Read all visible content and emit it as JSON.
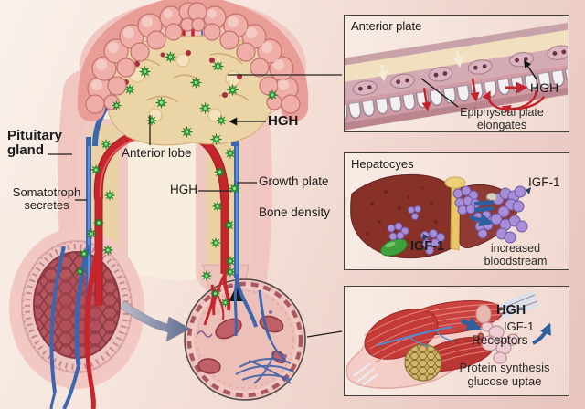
{
  "figure": {
    "subject": "Pituitary gland HGH pathway diagram"
  },
  "colors": {
    "background_start": "#f9f1ea",
    "background_end": "#e7c4bd",
    "panel_background": "#f5e5dd",
    "panel_border": "#45423e",
    "artery_red": "#c4232b",
    "vein_blue": "#3b66b0",
    "hgh_green": "#2eb33b",
    "igf_purple": "#a78ed6",
    "liver_maroon": "#873129",
    "muscle_red": "#c33a37",
    "text": "#1b1b1b"
  },
  "main_labels": {
    "pituitary_line1": "Pituitary",
    "pituitary_line2": "gland",
    "somatotroph_line1": "Somatotroph",
    "somatotroph_line2": "secretes",
    "anterior_lobe": "Anterior lobe",
    "hgh_bold": "HGH",
    "hgh_vessel": "HGH",
    "growth_plate": "Growth plate",
    "bone_density": "Bone density"
  },
  "panels": [
    {
      "title": "Anterior plate",
      "hgh_label": "HGH",
      "caption_line1": "Epiphyseal plate",
      "caption_line2": "elongates"
    },
    {
      "title": "Hepatocyes",
      "igf_liver": "IGF-1",
      "igf_blood": "IGF-1",
      "caption_line1": "increased",
      "caption_line2": "bloodstream"
    },
    {
      "hgh_label": "HGH",
      "igf_label": "IGF-1",
      "receptors_label": "Receptors",
      "caption_line1": "Protein synthesis",
      "caption_line2": "glucose uptae"
    }
  ]
}
